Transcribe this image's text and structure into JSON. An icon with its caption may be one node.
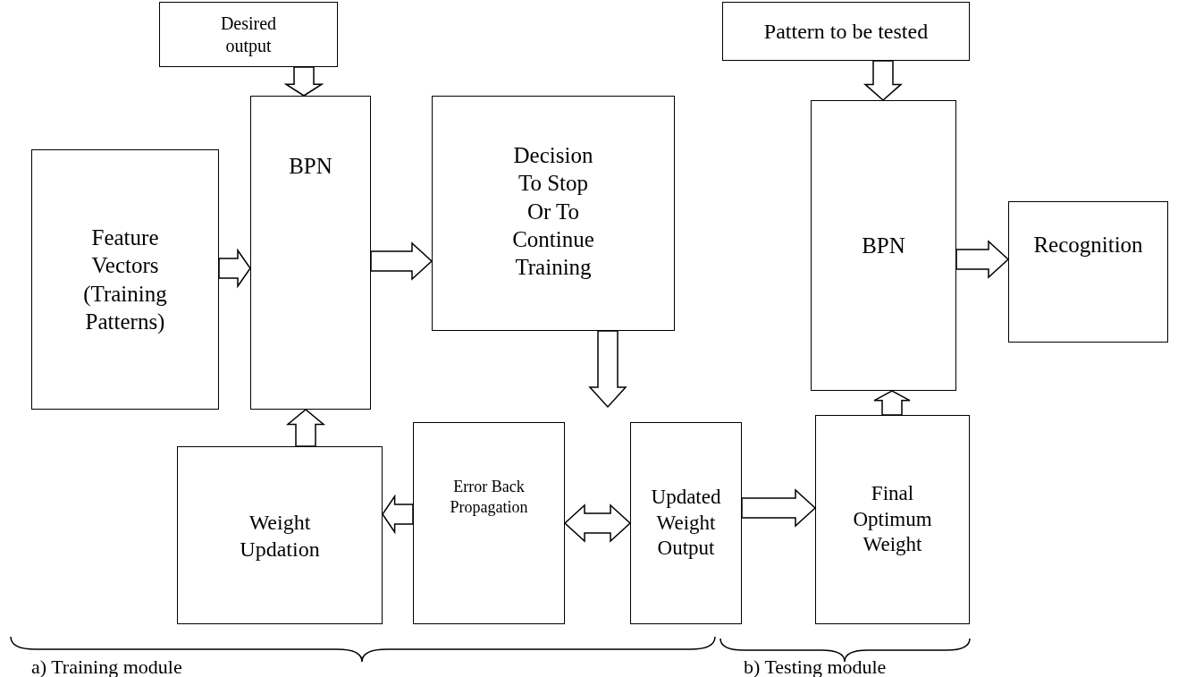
{
  "diagram": {
    "nodes": [
      {
        "text": [
          "Desired output"
        ]
      },
      {
        "text": [
          "Feature Vectors (Training Patterns)"
        ]
      },
      {
        "text": [
          "BPN"
        ]
      },
      {
        "text": [
          "Decision To Stop Or To Continue Training"
        ]
      },
      {
        "text": [
          "Weight Updation"
        ]
      },
      {
        "text": [
          "Error Back Propagation"
        ]
      },
      {
        "text": [
          "Updated Weight Output"
        ]
      },
      {
        "text": [
          "Pattern to be tested"
        ]
      },
      {
        "text": [
          "BPN"
        ]
      },
      {
        "text": [
          "Recognition"
        ]
      },
      {
        "text": [
          "Final Optimum Weight"
        ]
      }
    ],
    "edges": [
      {
        "from": 0,
        "to": 2,
        "arrow": "to"
      },
      {
        "from": 1,
        "to": 2,
        "arrow": "to"
      },
      {
        "from": 2,
        "to": 3,
        "arrow": "to"
      },
      {
        "from": 4,
        "to": 2,
        "arrow": "to"
      },
      {
        "from": 5,
        "to": 4,
        "arrow": "to"
      },
      {
        "from": 3,
        "to": null,
        "arrow": "to"
      },
      {
        "from": 5,
        "to": 6,
        "arrow": "both"
      },
      {
        "from": 6,
        "to": 10,
        "arrow": "to"
      },
      {
        "from": 10,
        "to": 8,
        "arrow": "to"
      },
      {
        "from": 7,
        "to": 8,
        "arrow": "to"
      },
      {
        "from": 8,
        "to": 9,
        "arrow": "to"
      }
    ],
    "labels": [
      "a) Training module",
      "b) Testing module"
    ]
  }
}
